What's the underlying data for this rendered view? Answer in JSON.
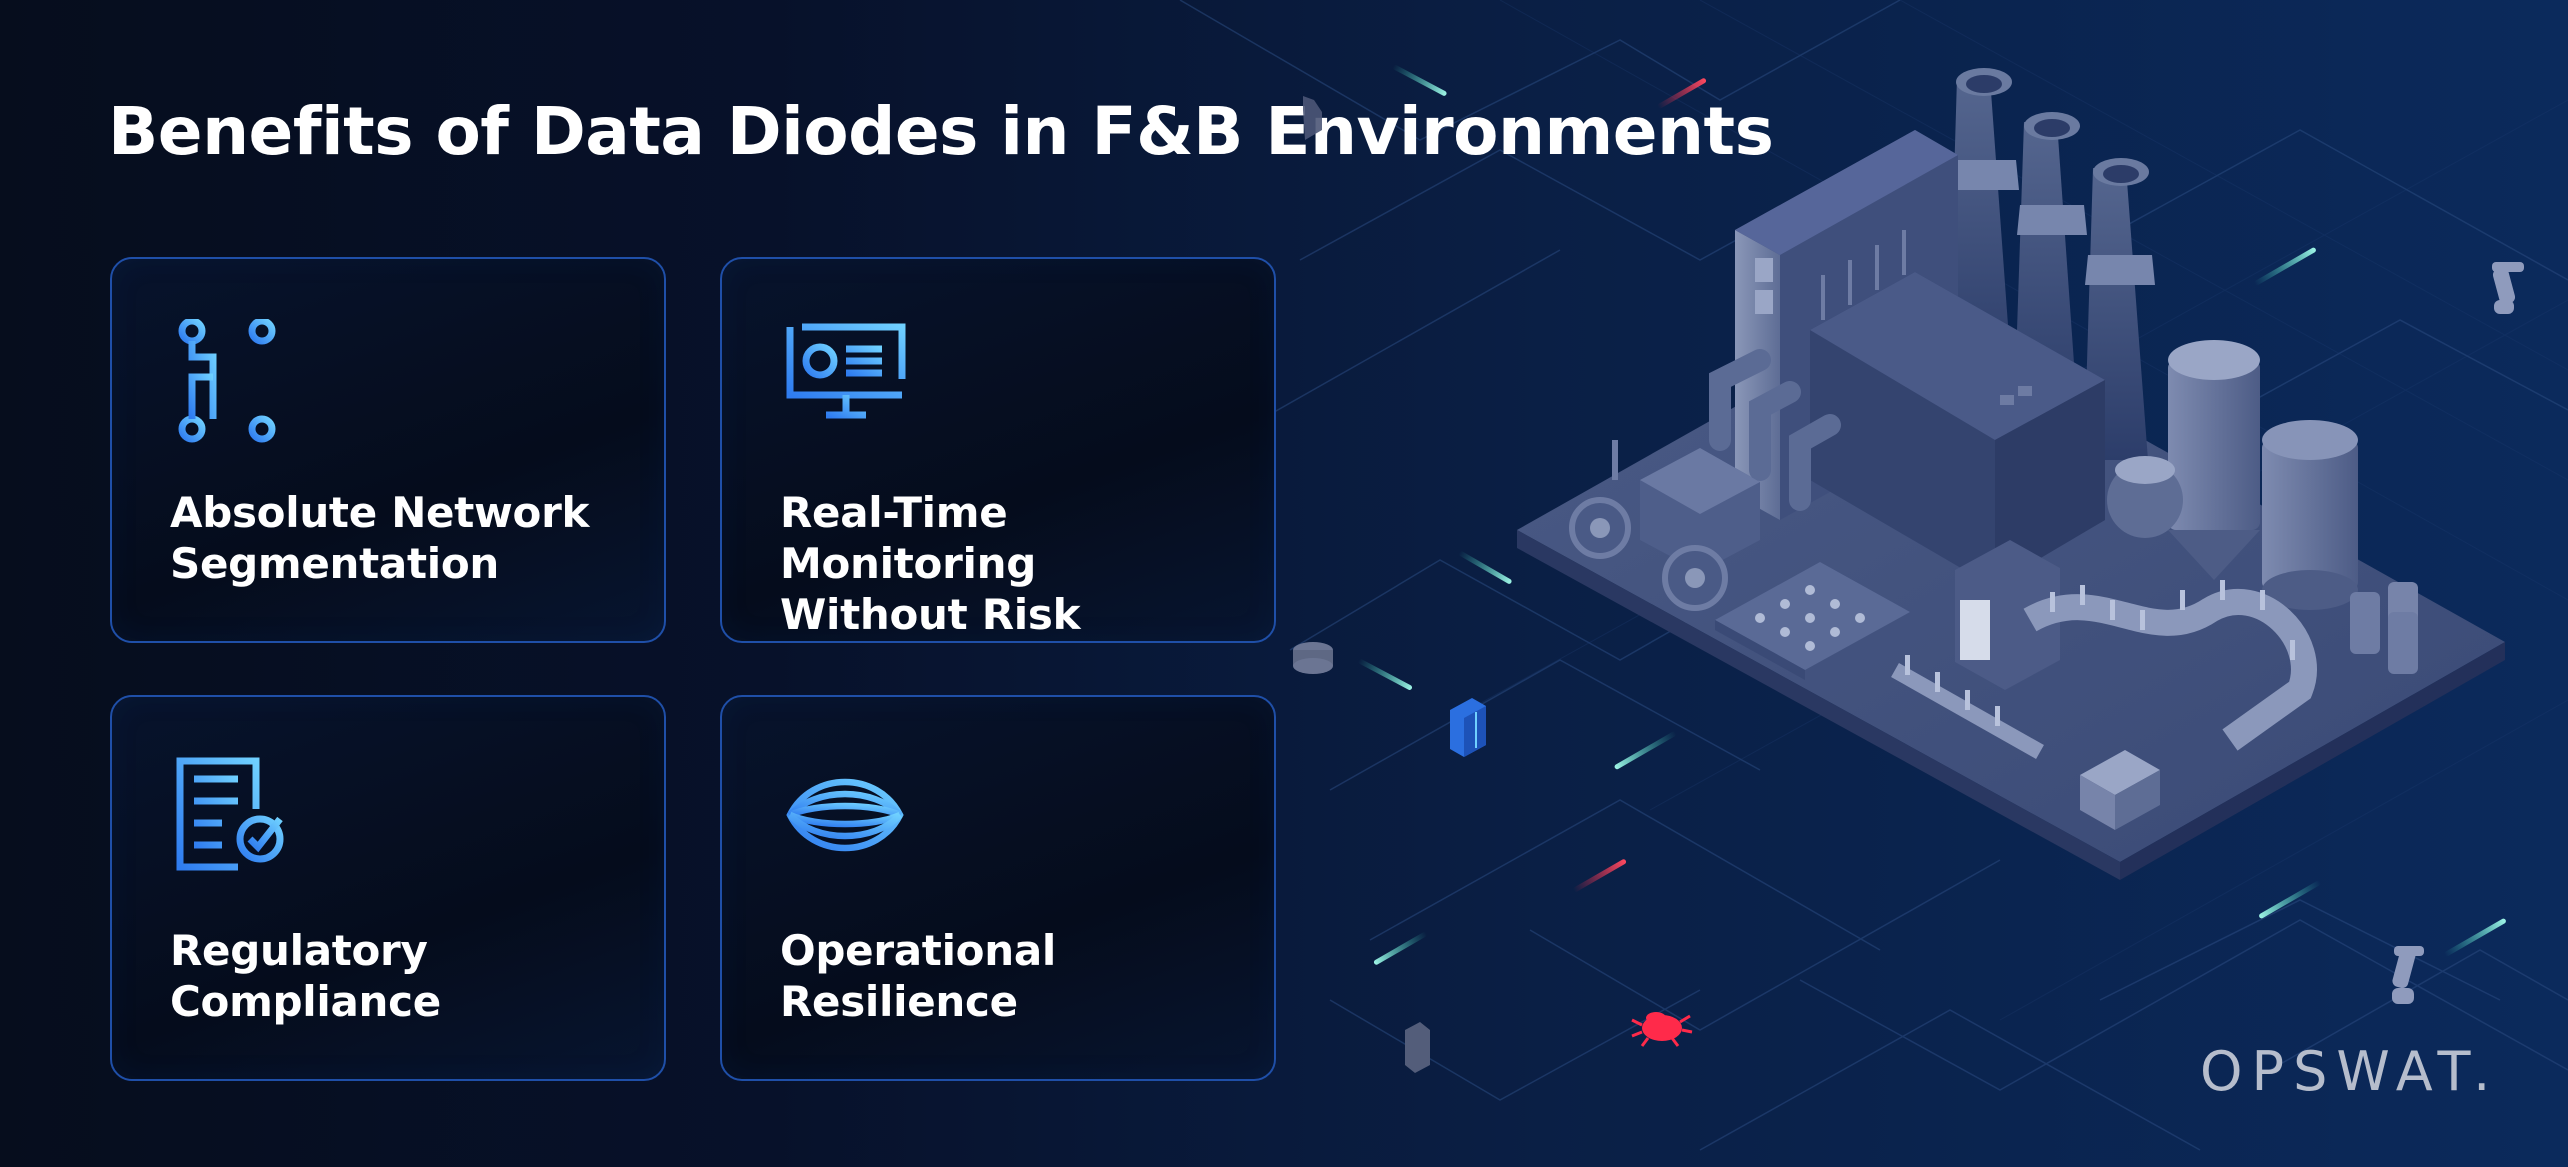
{
  "title": "Benefits of Data Diodes in F&B Environments",
  "colors": {
    "background_left": "#060d1d",
    "background_right": "#0b2a5c",
    "card_border": "#1f4fa8",
    "icon_gradient_start": "#2f7cf0",
    "icon_gradient_end": "#5ec8ff",
    "text": "#ffffff",
    "logo": "#b6bdcc",
    "threat_red": "#ff2a4a",
    "data_teal": "#3ee0c4"
  },
  "cards": [
    {
      "icon": "network-segmentation-icon",
      "line1": "Absolute Network",
      "line2": "Segmentation"
    },
    {
      "icon": "monitor-dashboard-icon",
      "line1": "Real-Time Monitoring",
      "line2": "Without Risk"
    },
    {
      "icon": "compliance-document-check-icon",
      "line1": "Regulatory",
      "line2": "Compliance"
    },
    {
      "icon": "resilience-globe-icon",
      "line1": "Operational",
      "line2": "Resilience"
    }
  ],
  "illustration": {
    "subject": "isometric food and beverage factory",
    "elements": [
      "smokestacks",
      "factory-building",
      "pipes",
      "tractor",
      "crop-tray",
      "conveyor-belt",
      "bottling-line",
      "storage-tanks",
      "kegs",
      "bottle-crates",
      "robotic-arms",
      "server",
      "database",
      "malware-bug"
    ]
  },
  "logo": {
    "text": "OPSWAT."
  }
}
